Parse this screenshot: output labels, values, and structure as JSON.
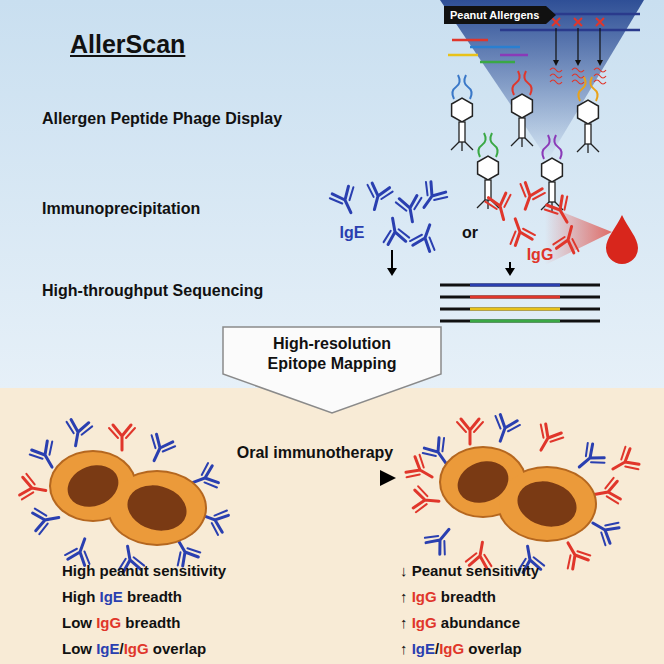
{
  "diagram": {
    "title": "AllerScan",
    "nodes": [
      {
        "text": [
          "Peanut Allergens"
        ]
      },
      {
        "text": [
          "High-resolution Epitope Mapping"
        ]
      }
    ],
    "labels": [
      "Allergen Peptide Phage Display",
      "Immunoprecipitation",
      "High-throughput Sequencing",
      "IgE",
      "or",
      "IgG",
      "Oral immunotherapy",
      "High peanut sensitivity",
      "High IgE breadth",
      "Low IgG breadth",
      "Low IgE/IgG overlap",
      "↓ Peanut sensitivity",
      "↑ IgG breadth",
      "↑ IgG abundance",
      "↑ IgE/IgG overlap"
    ]
  }
}
